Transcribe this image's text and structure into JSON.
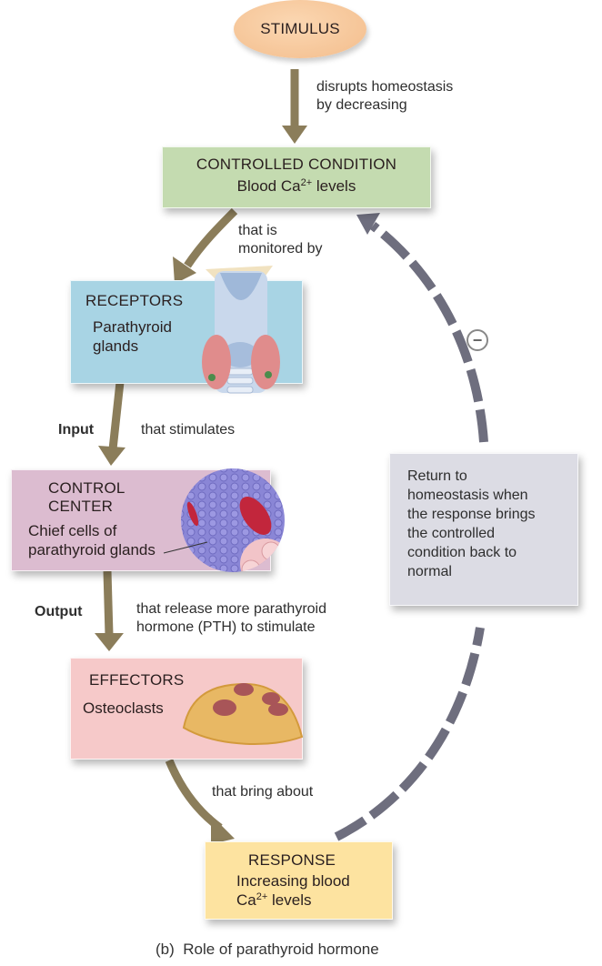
{
  "diagram": {
    "caption": "(b)  Role of parathyroid hormone",
    "colors": {
      "arrow_solid": "#8b7d5a",
      "arrow_dashed": "#6e6e7e",
      "stimulus_fill": "#f6c79a",
      "controlled_fill": "#c4dbb0",
      "receptors_fill": "#a8d4e4",
      "control_center_fill": "#dcbcd0",
      "effectors_fill": "#f6c9c9",
      "response_fill": "#fde3a0",
      "return_fill": "#dcdce4"
    },
    "nodes": {
      "stimulus": {
        "title": "STIMULUS"
      },
      "controlled_condition": {
        "title": "CONTROLLED CONDITION",
        "line_pre": "Blood Ca",
        "sup": "2+",
        "line_post": " levels"
      },
      "receptors": {
        "title": "RECEPTORS",
        "line1": "Parathyroid",
        "line2": "glands",
        "illustration": "parathyroid-thyroid-larynx-illustration"
      },
      "control_center": {
        "title1": "CONTROL",
        "title2": "CENTER",
        "line1": "Chief cells of",
        "line2": "parathyroid glands",
        "illustration": "chief-cells-micrograph-illustration"
      },
      "effectors": {
        "title": "EFFECTORS",
        "line1": "Osteoclasts",
        "illustration": "osteoclast-cell-illustration"
      },
      "response": {
        "title": "RESPONSE",
        "line1": "Increasing blood",
        "line2_pre": "Ca",
        "sup": "2+",
        "line2_post": " levels"
      },
      "return": {
        "lines": [
          "Return to",
          "homeostasis when",
          "the response brings",
          "the controlled",
          "condition back to",
          "normal"
        ]
      }
    },
    "edge_labels": {
      "stimulus_to_controlled": [
        "disrupts homeostasis",
        "by decreasing"
      ],
      "controlled_to_receptors": [
        "that is",
        "monitored by"
      ],
      "input": "Input",
      "receptors_to_control": "that stimulates",
      "output": "Output",
      "control_to_effectors": [
        "that release more parathyroid",
        "hormone (PTH) to stimulate"
      ],
      "effectors_to_response": "that bring about",
      "feedback_sign": "−"
    }
  }
}
